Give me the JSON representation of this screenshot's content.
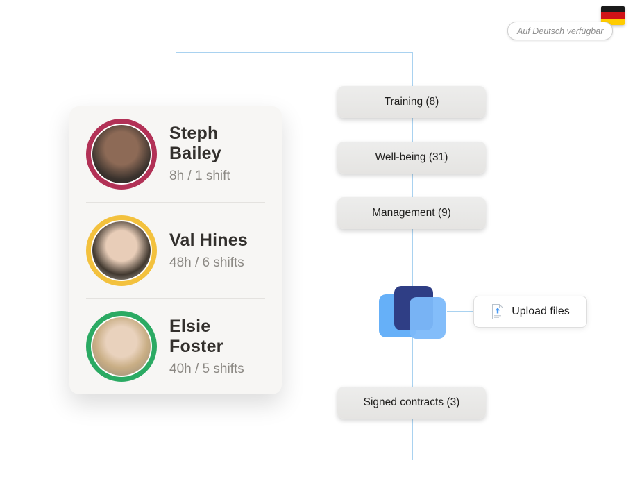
{
  "language": {
    "badge_label": "Auf Deutsch verfügbar",
    "flag_stripes": [
      "#1a1a1a",
      "#d01317",
      "#ffcc00"
    ]
  },
  "team_card": {
    "members": [
      {
        "name": "Steph Bailey",
        "hours": "8h / 1 shift",
        "ring_color": "#b23156"
      },
      {
        "name": "Val Hines",
        "hours": "48h / 6 shifts",
        "ring_color": "#f3c13d"
      },
      {
        "name": "Elsie Foster",
        "hours": "40h / 5 shifts",
        "ring_color": "#2baa63"
      }
    ]
  },
  "category_buttons": [
    {
      "label": "Training (8)"
    },
    {
      "label": "Well-being (31)"
    },
    {
      "label": "Management (9)"
    },
    {
      "label": "Signed contracts (3)"
    }
  ],
  "upload": {
    "label": "Upload files"
  },
  "colors": {
    "connector": "#a9d2f0",
    "folder_back": "#66b0f8",
    "folder_dark": "#2f3e85",
    "folder_front": "#7cb9fa"
  }
}
